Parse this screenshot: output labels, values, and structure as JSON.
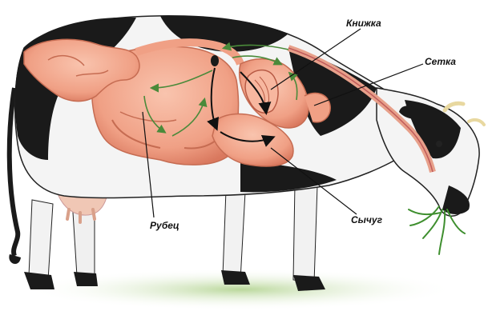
{
  "labels": {
    "knizhka": "Книжка",
    "setka": "Сетка",
    "rubets": "Рубец",
    "sychug": "Сычуг"
  },
  "colors": {
    "cow_black": "#1a1a1a",
    "cow_white": "#f4f4f4",
    "organ_pink": "#f2a68c",
    "organ_dark": "#d97b62",
    "flow_arrow_green": "#4a8a3a",
    "flow_arrow_black": "#111111",
    "grass_green": "#3f8f2f",
    "ground_green": "#cfe3b8",
    "horn": "#e8d8a0",
    "udder": "#f0c7b5"
  }
}
